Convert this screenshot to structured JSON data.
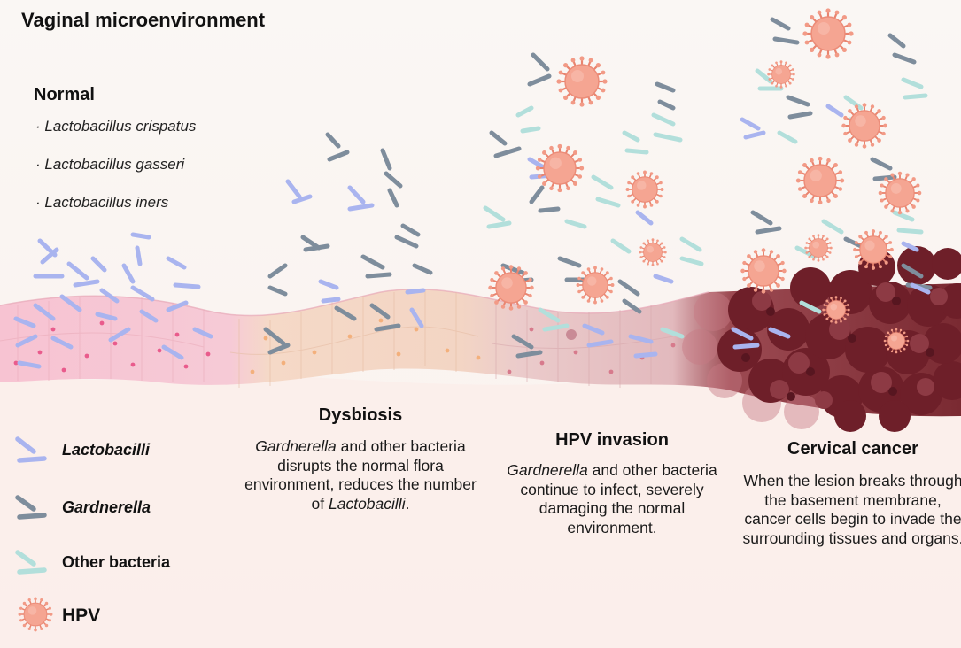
{
  "title": "Vaginal microenvironment",
  "normal": {
    "heading": "Normal",
    "species": [
      "· Lactobacillus crispatus",
      "· Lactobacillus gasseri",
      "· Lactobacillus iners"
    ]
  },
  "dysbiosis": {
    "heading": "Dysbiosis",
    "body_italic_1": "Gardnerella",
    "body_1": " and other bacteria disrupts the normal flora environment, reduces the number of ",
    "body_italic_2": "Lactobacilli",
    "body_2": "."
  },
  "hpv_invasion": {
    "heading": "HPV invasion",
    "body_italic_1": "Gardnerella",
    "body_1": " and other bacteria continue to infect, severely damaging the normal environment."
  },
  "cervical_cancer": {
    "heading": "Cervical cancer",
    "body": "When the lesion breaks through the basement membrane, cancer cells begin to invade the surrounding tissues and organs."
  },
  "legend": {
    "lactobacilli": "Lactobacilli",
    "gardnerella": "Gardnerella",
    "other_bacteria": "Other bacteria",
    "hpv": "HPV"
  },
  "colors": {
    "lactobacilli": "#a9b4ef",
    "gardnerella": "#7e8d9c",
    "other_bacteria": "#b2dfdb",
    "hpv": "#f2a08c",
    "normal_tissue": "#f6c9d6",
    "dysbiosis_tissue": "#f5d8c6",
    "invasion_tissue": "#eacaca",
    "cancer_tissue": "#7a2a32"
  }
}
